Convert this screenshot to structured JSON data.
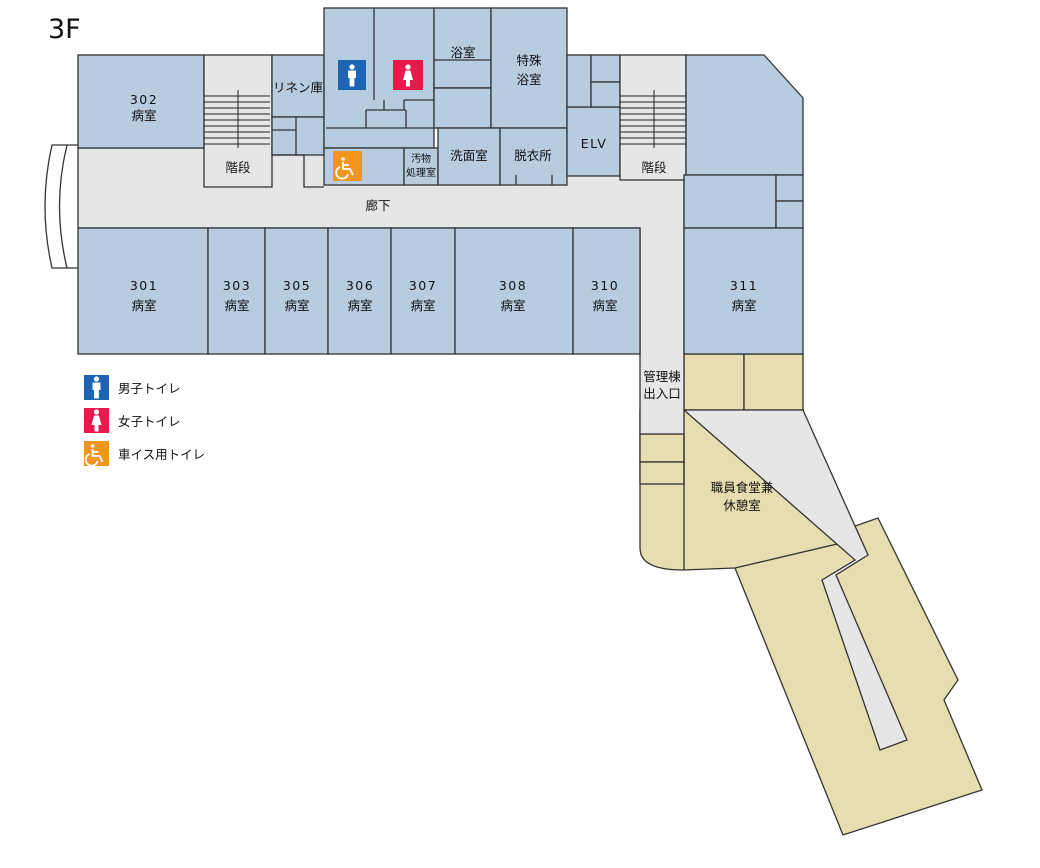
{
  "floor": "3F",
  "colors": {
    "room": "#b8cce0",
    "corridor": "#e6e6e6",
    "management": "#e6deb0",
    "men": "#1e64b4",
    "women": "#e8194b",
    "accessible": "#f0961e"
  },
  "rooms": {
    "r302": {
      "num": "302",
      "name": "病室"
    },
    "r301": {
      "num": "301",
      "name": "病室"
    },
    "r303": {
      "num": "303",
      "name": "病室"
    },
    "r305": {
      "num": "305",
      "name": "病室"
    },
    "r306": {
      "num": "306",
      "name": "病室"
    },
    "r307": {
      "num": "307",
      "name": "病室"
    },
    "r308": {
      "num": "308",
      "name": "病室"
    },
    "r310": {
      "num": "310",
      "name": "病室"
    },
    "r311": {
      "num": "311",
      "name": "病室"
    },
    "linen": "リネン庫",
    "bath": "浴室",
    "special_bath": [
      "特殊",
      "浴室"
    ],
    "dirty_utility": [
      "汚物",
      "処理室"
    ],
    "washroom": "洗面室",
    "changing": "脱衣所",
    "elevator": "ELV",
    "stairs_left": "階段",
    "stairs_right": "階段",
    "corridor": "廊下",
    "mgmt_entrance": [
      "管理棟",
      "出入口"
    ],
    "staff_cafeteria": [
      "職員食堂兼",
      "休憩室"
    ]
  },
  "legend": [
    {
      "icon": "male-toilet-icon",
      "label": "男子トイレ"
    },
    {
      "icon": "female-toilet-icon",
      "label": "女子トイレ"
    },
    {
      "icon": "wheelchair-toilet-icon",
      "label": "車イス用トイレ"
    }
  ]
}
